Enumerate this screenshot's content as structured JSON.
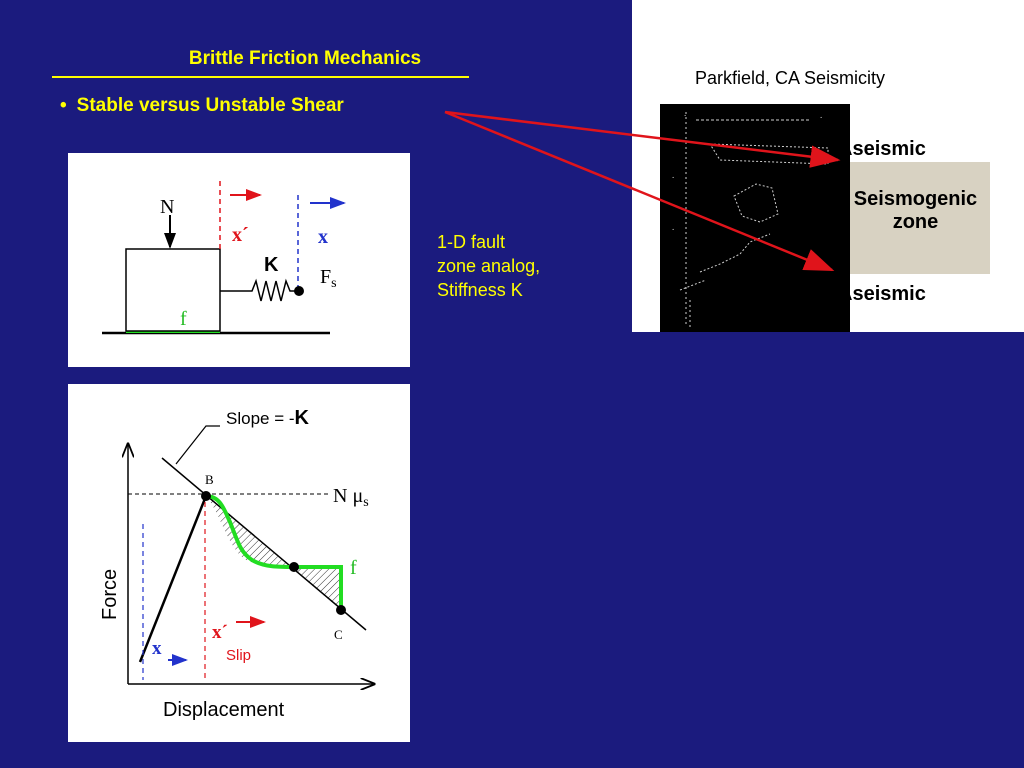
{
  "slide": {
    "title": "Brittle Friction Mechanics",
    "bullet": "Stable versus Unstable Shear",
    "fault_note": [
      "1-D fault",
      "zone analog,",
      "Stiffness K"
    ]
  },
  "analog_diagram": {
    "normal_load": "N",
    "x_prime": "x´",
    "x": "x",
    "stiffness": "K",
    "shear_force": "F",
    "shear_force_sub": "s",
    "friction": "f"
  },
  "force_graph": {
    "slope_label_prefix": "Slope = -",
    "slope_label_k": "K",
    "point_b": "B",
    "point_c": "C",
    "static_label_n": "N ",
    "static_label_mu": "μ",
    "static_label_sub": "s",
    "friction_label": "f",
    "ylabel": "Force",
    "xlabel": "Displacement",
    "x_label": "x",
    "x_prime_label": "x´",
    "slip_label": "Slip"
  },
  "parkfield": {
    "title": "Parkfield, CA Seismicity",
    "aseismic_top": "Aseismic",
    "seismogenic_line1": "Seismogenic",
    "seismogenic_line2": "zone",
    "aseismic_bottom": "Aseismic"
  },
  "colors": {
    "background": "#1b1b7e",
    "title_yellow": "#ffff00",
    "arrow_red": "#e0141b",
    "friction_green": "#22dd22",
    "dash_blue": "#2233cc"
  }
}
